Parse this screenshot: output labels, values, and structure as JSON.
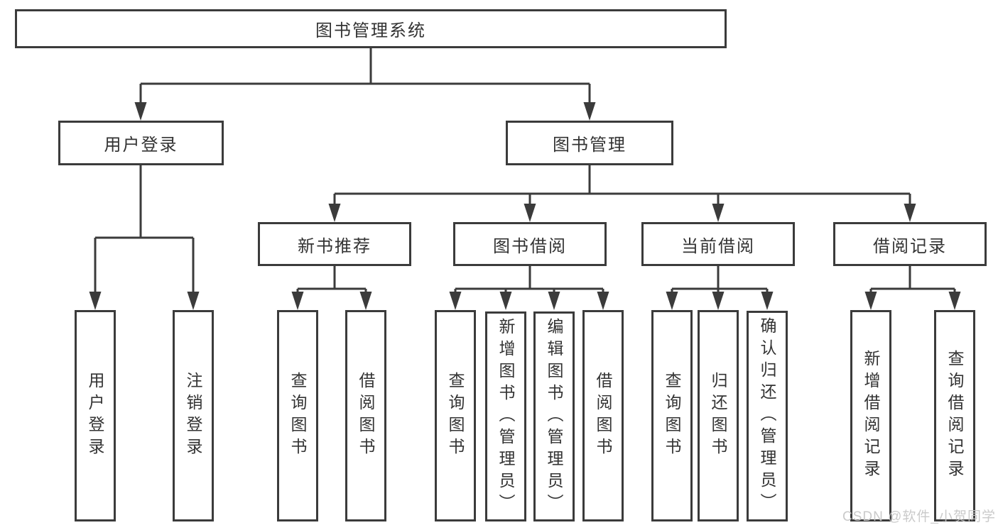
{
  "diagram": {
    "root": {
      "label": "图书管理系统",
      "children": [
        {
          "label": "用户登录",
          "children": [
            {
              "label": "用户登录"
            },
            {
              "label": "注销登录"
            }
          ]
        },
        {
          "label": "图书管理",
          "children": [
            {
              "label": "新书推荐",
              "children": [
                {
                  "label": "查询图书"
                },
                {
                  "label": "借阅图书"
                }
              ]
            },
            {
              "label": "图书借阅",
              "children": [
                {
                  "label": "查询图书"
                },
                {
                  "label": "新增图书（管理员）"
                },
                {
                  "label": "编辑图书（管理员）"
                },
                {
                  "label": "借阅图书"
                }
              ]
            },
            {
              "label": "当前借阅",
              "children": [
                {
                  "label": "查询图书"
                },
                {
                  "label": "归还图书"
                },
                {
                  "label": "确认归还（管理员）"
                }
              ]
            },
            {
              "label": "借阅记录",
              "children": [
                {
                  "label": "新增借阅记录"
                },
                {
                  "label": "查询借阅记录"
                }
              ]
            }
          ]
        }
      ]
    }
  },
  "watermark": {
    "text": "CSDN @软件_小贺同学"
  },
  "colors": {
    "line": "#3b3b3b",
    "text": "#333333",
    "watermark": "#c6c6c6",
    "background": "#ffffff"
  }
}
